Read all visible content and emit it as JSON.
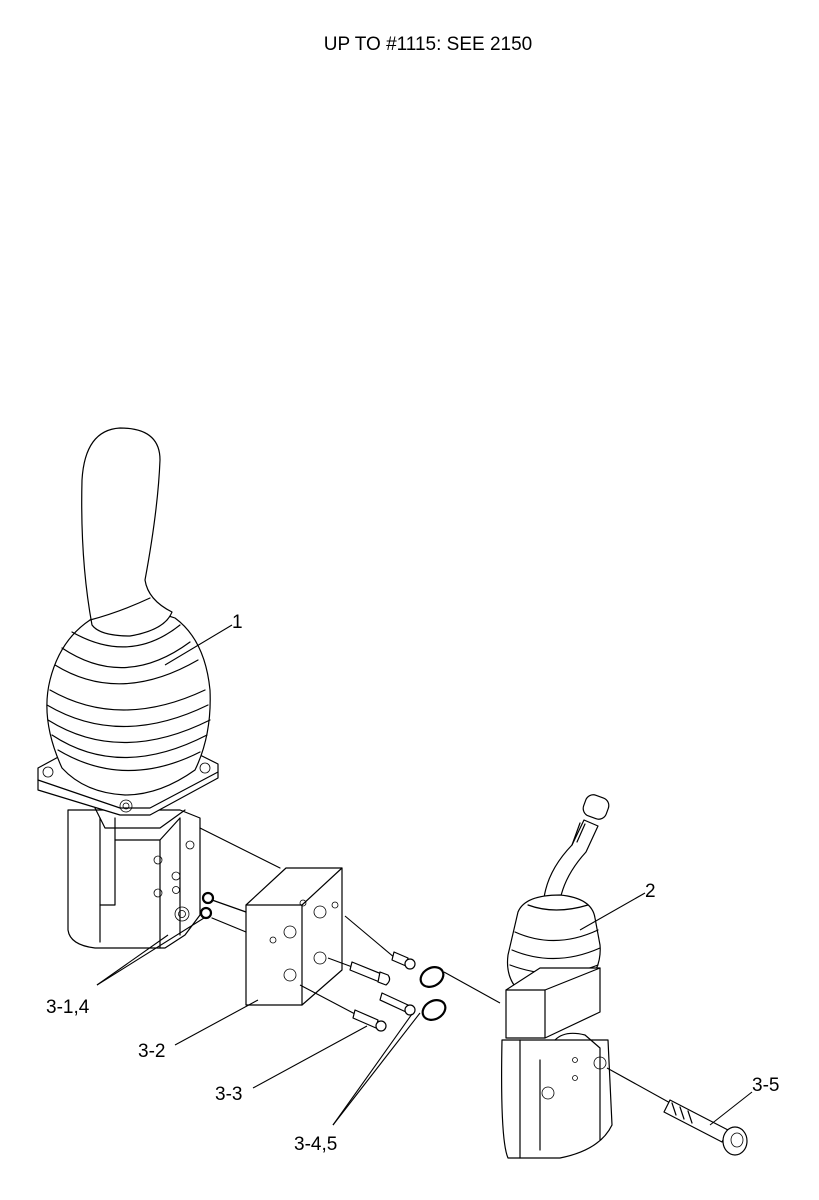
{
  "header": {
    "note": "UP TO #1115: SEE 2150"
  },
  "callouts": {
    "c1": "1",
    "c2": "2",
    "c3_1_4": "3-1,4",
    "c3_2": "3-2",
    "c3_3": "3-3",
    "c3_4_5": "3-4,5",
    "c3_5": "3-5"
  }
}
